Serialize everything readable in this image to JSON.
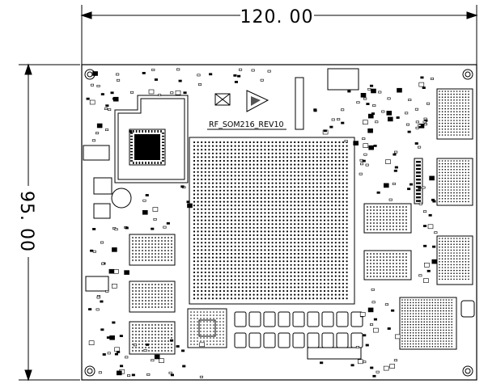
{
  "dimensions": {
    "width_label": "120. 00",
    "height_label": "95. 00"
  },
  "board": {
    "silkscreen_label": "RF_SOM216_REV10",
    "line_color": "#000000",
    "background_color": "#ffffff"
  }
}
